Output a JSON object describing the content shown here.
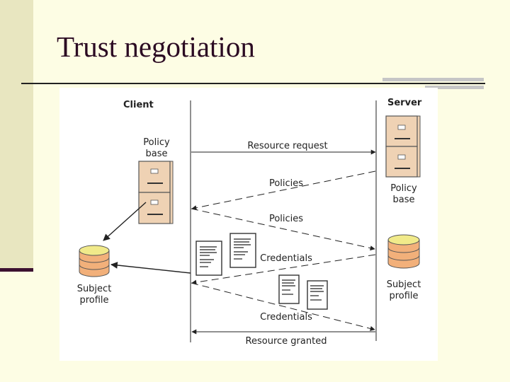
{
  "slide": {
    "title": "Trust negotiation"
  },
  "diagram": {
    "client_label": "Client",
    "server_label": "Server",
    "client_policy_line1": "Policy",
    "client_policy_line2": "base",
    "server_policy_line1": "Policy",
    "server_policy_line2": "base",
    "client_profile_line1": "Subject",
    "client_profile_line2": "profile",
    "server_profile_line1": "Subject",
    "server_profile_line2": "profile",
    "messages": [
      {
        "label": "Resource request",
        "direction": "to-server",
        "style": "solid"
      },
      {
        "label": "Policies",
        "direction": "to-client",
        "style": "dashed"
      },
      {
        "label": "Policies",
        "direction": "to-server",
        "style": "dashed"
      },
      {
        "label": "Credentials",
        "direction": "to-client",
        "style": "dashed"
      },
      {
        "label": "Credentials",
        "direction": "to-server",
        "style": "dashed"
      },
      {
        "label": "Resource granted",
        "direction": "to-client",
        "style": "solid"
      }
    ],
    "colors": {
      "cabinet": "#efd2b4",
      "cabinet_stroke": "#555555",
      "disk_top": "#f1ea8a",
      "disk_body": "#f2b07a",
      "title": "#2b0a22"
    }
  }
}
